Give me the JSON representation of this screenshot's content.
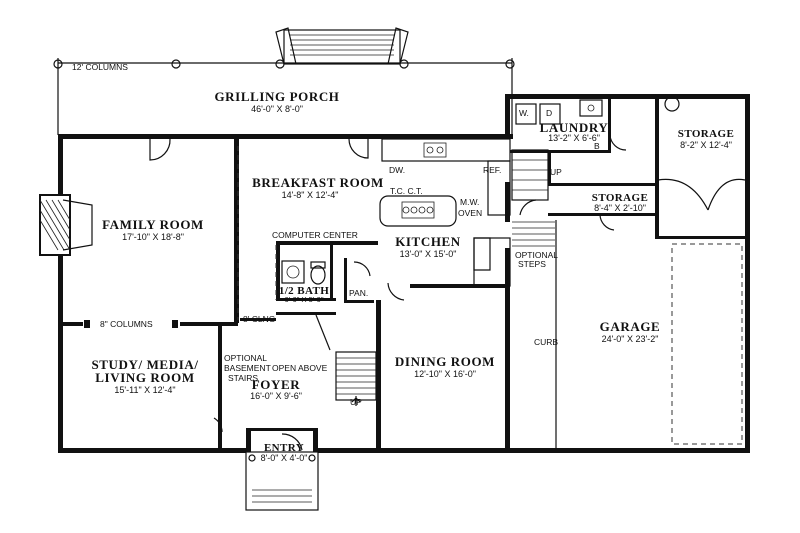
{
  "rooms": {
    "grilling_porch": {
      "name": "GRILLING PORCH",
      "dims": "46'-0\" X 8'-0\""
    },
    "breakfast_room": {
      "name": "BREAKFAST ROOM",
      "dims": "14'-8\" X 12'-4\""
    },
    "family_room": {
      "name": "FAMILY ROOM",
      "dims": "17'-10\" X 18'-8\""
    },
    "kitchen": {
      "name": "KITCHEN",
      "dims": "13'-0\" X 15'-0\""
    },
    "laundry": {
      "name": "LAUNDRY",
      "dims": "13'-2\" X 6'-6\""
    },
    "storage_1": {
      "name": "STORAGE",
      "dims": "8'-2\" X 12'-4\""
    },
    "storage_2": {
      "name": "STORAGE",
      "dims": "8'-4\" X 2'-10\""
    },
    "half_bath": {
      "name": "1/2 BATH",
      "dims": "6'-0\" X 5'-0\""
    },
    "study": {
      "name_line1": "STUDY/ MEDIA/",
      "name_line2": "LIVING ROOM",
      "dims": "15'-11\" X 12'-4\""
    },
    "foyer": {
      "name": "FOYER",
      "dims": "16'-0\" X 9'-6\""
    },
    "dining_room": {
      "name": "DINING ROOM",
      "dims": "12'-10\" X 16'-0\""
    },
    "garage": {
      "name": "GARAGE",
      "dims": "24'-0\" X 23'-2\""
    },
    "entry": {
      "name": "ENTRY",
      "dims": "8'-0\" X 4'-0\""
    }
  },
  "labels": {
    "columns_12": "12' COLUMNS",
    "columns_8": "8\" COLUMNS",
    "computer_center": "COMPUTER CENTER",
    "dw": "DW.",
    "ref": "REF.",
    "tc_ct": "T.C.  C.T.",
    "mw": "M.W.",
    "oven": "OVEN",
    "pan": "PAN.",
    "clng": "8' CLNG",
    "optional_basement_1": "OPTIONAL",
    "optional_basement_2": "BASEMENT",
    "optional_basement_3": "STAIRS",
    "open_above": "OPEN ABOVE",
    "up_1": "UP",
    "up_2": "UP",
    "optional_steps_1": "OPTIONAL",
    "optional_steps_2": "STEPS",
    "curb": "CURB",
    "w": "W.",
    "d": "D",
    "b": "B"
  }
}
